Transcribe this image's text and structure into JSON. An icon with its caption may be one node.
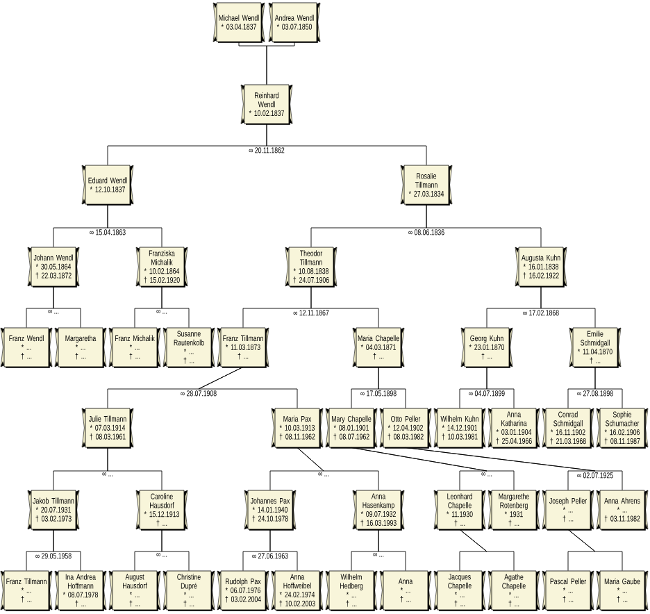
{
  "diagram": {
    "nodes": [
      {
        "text": [
          "Michael Wendl",
          "* 03.04.1837"
        ]
      },
      {
        "text": [
          "Andrea Wendl",
          "* 03.07.1850"
        ]
      },
      {
        "text": [
          "Reinhard Wendl",
          "* 10.02.1837"
        ]
      },
      {
        "text": [
          "Eduard Wendl",
          "* 12.10.1837"
        ]
      },
      {
        "text": [
          "Rosalie Tillmann",
          "* 27.03.1834"
        ]
      },
      {
        "text": [
          "Johann Wendl",
          "* 30.05.1864",
          "† 22.03.1872"
        ]
      },
      {
        "text": [
          "Franziska Michalik",
          "* 10.02.1864",
          "† 15.02.1920"
        ]
      },
      {
        "text": [
          "Theodor Tillmann",
          "* 10.08.1838",
          "† 24.07.1906"
        ]
      },
      {
        "text": [
          "Augusta Kuhn",
          "* 16.01.1838",
          "† 16.02.1922"
        ]
      },
      {
        "text": [
          "Franz Wendl",
          "* ...",
          "† ..."
        ]
      },
      {
        "text": [
          "Margaretha",
          "* ...",
          "† ..."
        ]
      },
      {
        "text": [
          "Franz Michalik",
          "* ...",
          "† ..."
        ]
      },
      {
        "text": [
          "Susanne Rautenkolb",
          "* ...",
          "† ..."
        ]
      },
      {
        "text": [
          "Franz Tillmann",
          "* 11.03.1873",
          "† ..."
        ]
      },
      {
        "text": [
          "Maria Chapelle",
          "* 04.03.1871",
          "† ..."
        ]
      },
      {
        "text": [
          "Georg Kuhn",
          "* 23.01.1870",
          "† ..."
        ]
      },
      {
        "text": [
          "Emilie Schmidgall",
          "* 11.04.1870",
          "† ..."
        ]
      },
      {
        "text": [
          "Julie Tillmann",
          "* 07.03.1914",
          "† 08.03.1961"
        ]
      },
      {
        "text": [
          "Maria Pax",
          "* 10.03.1913",
          "† 08.11.1962"
        ]
      },
      {
        "text": [
          "Mary Chapelle",
          "* 08.01.1901",
          "† 08.07.1962"
        ]
      },
      {
        "text": [
          "Otto Peller",
          "* 12.04.1902",
          "† 08.03.1982"
        ]
      },
      {
        "text": [
          "Wilhelm Kuhn",
          "* 14.12.1901",
          "† 10.03.1981"
        ]
      },
      {
        "text": [
          "Anna Katharina",
          "* 03.01.1904",
          "† 25.04.1966"
        ]
      },
      {
        "text": [
          "Conrad Schmidgall",
          "* 16.11.1902",
          "† 21.03.1968"
        ]
      },
      {
        "text": [
          "Sophie Schumacher",
          "* 16.02.1906",
          "† 08.11.1987"
        ]
      },
      {
        "text": [
          "Jakob Tillmann",
          "* 20.07.1931",
          "† 03.02.1973"
        ]
      },
      {
        "text": [
          "Caroline Hausdorf",
          "* 15.12.1913",
          "† ..."
        ]
      },
      {
        "text": [
          "Johannes Pax",
          "* 14.01.1940",
          "† 24.10.1978"
        ]
      },
      {
        "text": [
          "Anna Hasenkamp",
          "* 09.07.1932",
          "† 16.03.1993"
        ]
      },
      {
        "text": [
          "Leonhard Chapelle",
          "* 11.1930",
          "† ..."
        ]
      },
      {
        "text": [
          "Margarethe Rotenberg",
          "* 1931",
          "† ..."
        ]
      },
      {
        "text": [
          "Joseph Peller",
          "* ...",
          "† ..."
        ]
      },
      {
        "text": [
          "Anna Ahrens",
          "* ...",
          "† 03.11.1982"
        ]
      },
      {
        "text": [
          "Franz Tillmann",
          "* ...",
          "† ..."
        ]
      },
      {
        "text": [
          "Ina Andrea Hoffmann",
          "* 08.07.1978",
          "† ..."
        ]
      },
      {
        "text": [
          "August Hausdorf",
          "* ...",
          "† ..."
        ]
      },
      {
        "text": [
          "Christine Dupré",
          "* ...",
          "† ..."
        ]
      },
      {
        "text": [
          "Rudolph Pax",
          "* 06.07.1976",
          "† 03.02.2004"
        ]
      },
      {
        "text": [
          "Anna Hoffweibel",
          "* 24.02.1974",
          "† 10.02.2003"
        ]
      },
      {
        "text": [
          "Wilhelm Hedberg",
          "* ...",
          "† ..."
        ]
      },
      {
        "text": [
          "Anna",
          "* ...",
          "† ..."
        ]
      },
      {
        "text": [
          "Jacques Chapelle",
          "* ...",
          "† ..."
        ]
      },
      {
        "text": [
          "Agathe Chapelle",
          "* ...",
          "† ..."
        ]
      },
      {
        "text": [
          "Pascal Peller",
          "* ...",
          "† ..."
        ]
      },
      {
        "text": [
          "Maria Gaube",
          "* ...",
          "† ..."
        ]
      }
    ],
    "edges": [
      {
        "from": 0,
        "to": 2,
        "arrow": "none"
      },
      {
        "from": 1,
        "to": 2,
        "arrow": "none"
      },
      {
        "from": 2,
        "to": 3,
        "arrow": "none"
      },
      {
        "from": 2,
        "to": 4,
        "arrow": "none"
      },
      {
        "from": 3,
        "to": 5,
        "arrow": "none"
      },
      {
        "from": 3,
        "to": 6,
        "arrow": "none"
      },
      {
        "from": 4,
        "to": 7,
        "arrow": "none"
      },
      {
        "from": 4,
        "to": 8,
        "arrow": "none"
      },
      {
        "from": 5,
        "to": 9,
        "arrow": "none"
      },
      {
        "from": 5,
        "to": 10,
        "arrow": "none"
      },
      {
        "from": 6,
        "to": 11,
        "arrow": "none"
      },
      {
        "from": 6,
        "to": 12,
        "arrow": "none"
      },
      {
        "from": 7,
        "to": 13,
        "arrow": "none"
      },
      {
        "from": 7,
        "to": 14,
        "arrow": "none"
      },
      {
        "from": 8,
        "to": 15,
        "arrow": "none"
      },
      {
        "from": 8,
        "to": 16,
        "arrow": "none"
      },
      {
        "from": 13,
        "to": 17,
        "arrow": "none"
      },
      {
        "from": 13,
        "to": 18,
        "arrow": "none"
      },
      {
        "from": 14,
        "to": 19,
        "arrow": "none"
      },
      {
        "from": 14,
        "to": 20,
        "arrow": "none"
      },
      {
        "from": 15,
        "to": 21,
        "arrow": "none"
      },
      {
        "from": 15,
        "to": 22,
        "arrow": "none"
      },
      {
        "from": 16,
        "to": 23,
        "arrow": "none"
      },
      {
        "from": 16,
        "to": 24,
        "arrow": "none"
      },
      {
        "from": 17,
        "to": 25,
        "arrow": "none"
      },
      {
        "from": 17,
        "to": 26,
        "arrow": "none"
      },
      {
        "from": 18,
        "to": 27,
        "arrow": "none"
      },
      {
        "from": 18,
        "to": 28,
        "arrow": "none"
      },
      {
        "from": 19,
        "to": 29,
        "arrow": "none"
      },
      {
        "from": 19,
        "to": 30,
        "arrow": "none"
      },
      {
        "from": 20,
        "to": 31,
        "arrow": "none"
      },
      {
        "from": 20,
        "to": 32,
        "arrow": "none"
      },
      {
        "from": 25,
        "to": 33,
        "arrow": "none"
      },
      {
        "from": 25,
        "to": 34,
        "arrow": "none"
      },
      {
        "from": 26,
        "to": 35,
        "arrow": "none"
      },
      {
        "from": 26,
        "to": 36,
        "arrow": "none"
      },
      {
        "from": 27,
        "to": 37,
        "arrow": "none"
      },
      {
        "from": 27,
        "to": 38,
        "arrow": "none"
      },
      {
        "from": 28,
        "to": 39,
        "arrow": "none"
      },
      {
        "from": 28,
        "to": 40,
        "arrow": "none"
      },
      {
        "from": 29,
        "to": 41,
        "arrow": "none"
      },
      {
        "from": 29,
        "to": 42,
        "arrow": "none"
      },
      {
        "from": 31,
        "to": 43,
        "arrow": "none"
      },
      {
        "from": 31,
        "to": 44,
        "arrow": "none"
      }
    ],
    "labels": [
      "∞ 20.11.1862",
      "∞ 15.04.1863",
      "∞ 08.06.1836",
      "∞ ...",
      "∞ ...",
      "∞ 12.11.1867",
      "∞ 17.02.1868",
      "∞ 28.07.1908",
      "∞ 17.05.1898",
      "∞ 04.07.1899",
      "∞ 27.08.1898",
      "∞ ...",
      "∞ ...",
      "∞ ...",
      "∞ 02.07.1925",
      "∞ 29.05.1958",
      "∞ ...",
      "∞ 27.06.1963",
      "∞ ..."
    ]
  }
}
